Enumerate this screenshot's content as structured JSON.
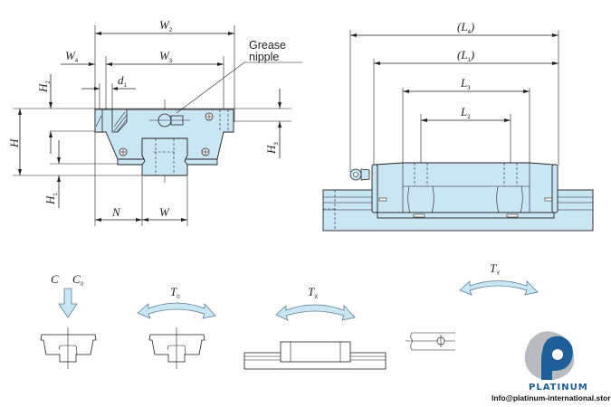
{
  "front_view": {
    "labels": {
      "W2": {
        "main": "W",
        "sub": "2"
      },
      "W3": {
        "main": "W",
        "sub": "3"
      },
      "W4": {
        "main": "W",
        "sub": "4"
      },
      "d1": {
        "main": "d",
        "sub": "1"
      },
      "H": {
        "main": "H",
        "sub": ""
      },
      "H1": {
        "main": "H",
        "sub": "1"
      },
      "H2": {
        "main": "H",
        "sub": "2"
      },
      "H3": {
        "main": "H",
        "sub": "3"
      },
      "N": {
        "main": "N",
        "sub": ""
      },
      "W": {
        "main": "W",
        "sub": ""
      }
    },
    "callout": {
      "line1": "Grease",
      "line2": "nipple"
    }
  },
  "side_view": {
    "labels": {
      "L4": {
        "open": "(",
        "main": "L",
        "sub": "4",
        "close": ")"
      },
      "L1": {
        "open": "(",
        "main": "L",
        "sub": "1",
        "close": ")"
      },
      "L3": {
        "main": "L",
        "sub": "3"
      },
      "L2": {
        "main": "L",
        "sub": "2"
      }
    }
  },
  "load_diagrams": {
    "C": {
      "main": "C"
    },
    "C0": {
      "main": "C",
      "sub": "0"
    },
    "T0": {
      "main": "T",
      "sub": "0"
    },
    "TX": {
      "main": "T",
      "sub": "X"
    },
    "TY": {
      "main": "T",
      "sub": "Y"
    }
  },
  "watermark": {
    "brand": "PLATINUM",
    "email": "Info@platinum-international.store",
    "colors": {
      "primary": "#1e5f9a",
      "secondary": "#b8bcc0"
    }
  },
  "colors": {
    "part_fill": "#c9e6f5",
    "line": "#231f20"
  }
}
